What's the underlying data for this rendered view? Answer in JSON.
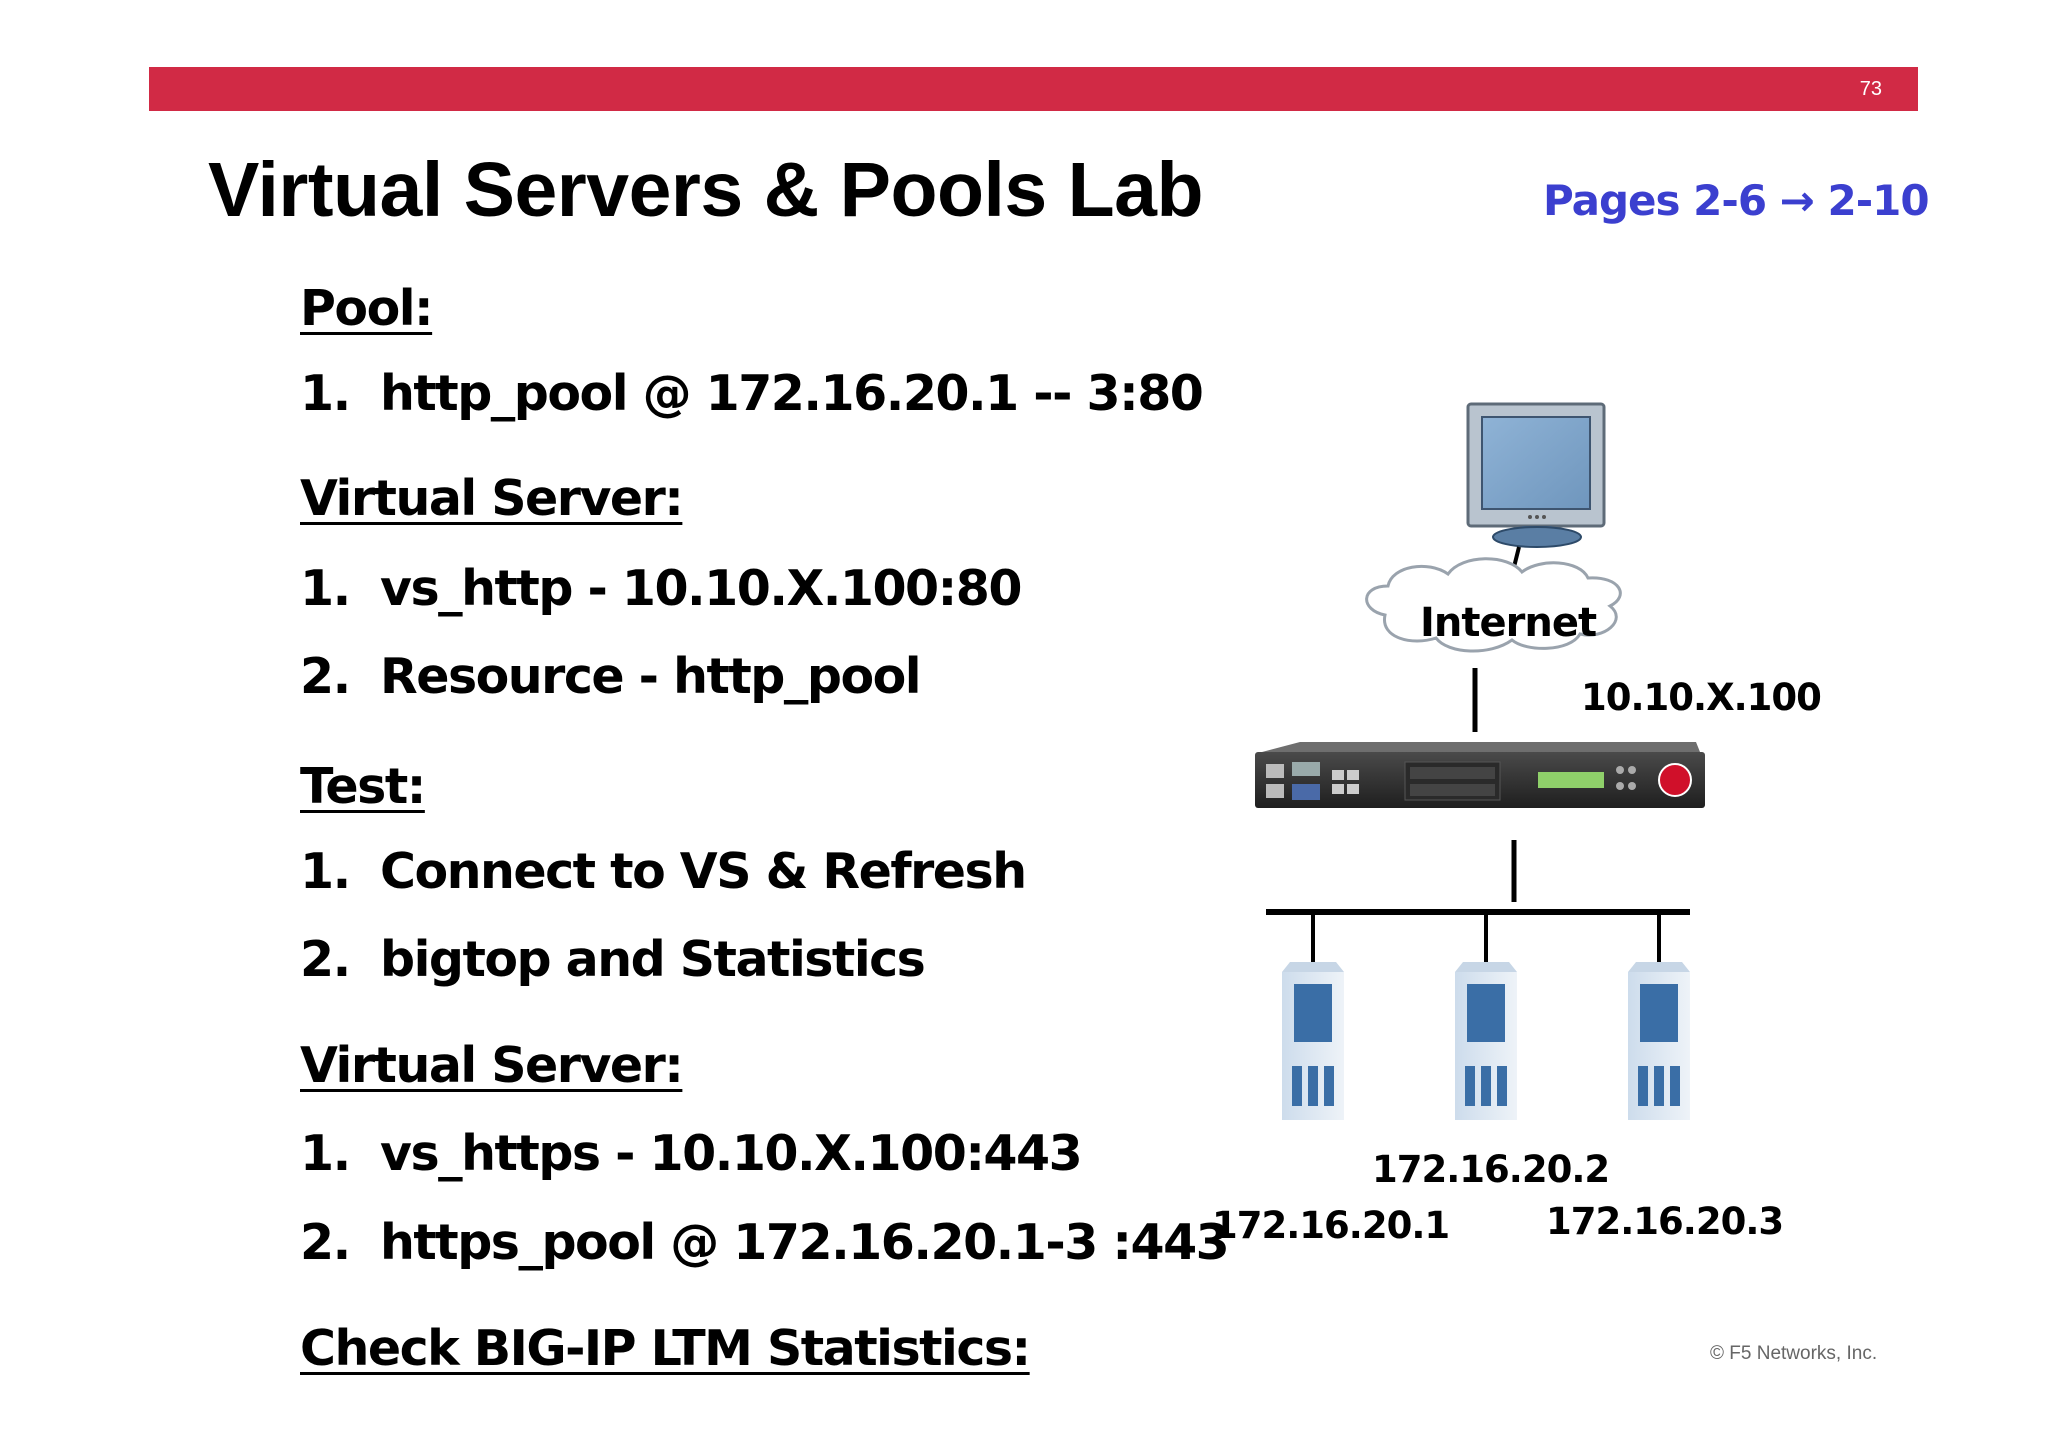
{
  "header": {
    "page_number": "73"
  },
  "title": "Virtual Servers & Pools Lab",
  "pages_ref": "Pages 2-6 → 2-10",
  "sections": {
    "pool": {
      "heading": "Pool:",
      "items": [
        {
          "num": "1.",
          "text": "http_pool @ 172.16.20.1 -- 3:80"
        }
      ]
    },
    "virtual_server_1": {
      "heading": "Virtual Server:",
      "items": [
        {
          "num": "1.",
          "text": "vs_http - 10.10.X.100:80"
        },
        {
          "num": "2.",
          "text": "Resource - http_pool"
        }
      ]
    },
    "test": {
      "heading": "Test:",
      "items": [
        {
          "num": "1.",
          "text": "Connect to VS & Refresh"
        },
        {
          "num": "2.",
          "text": "bigtop and Statistics"
        }
      ]
    },
    "virtual_server_2": {
      "heading": "Virtual Server:",
      "items": [
        {
          "num": "1.",
          "text": "vs_https - 10.10.X.100:443"
        },
        {
          "num": "2.",
          "text": "https_pool @ 172.16.20.1-3 :443"
        }
      ]
    },
    "check": {
      "heading": "Check BIG-IP LTM Statistics:"
    }
  },
  "diagram": {
    "internet_label": "Internet",
    "vip_label": "10.10.X.100",
    "servers": [
      {
        "ip": "172.16.20.1"
      },
      {
        "ip": "172.16.20.2"
      },
      {
        "ip": "172.16.20.3"
      }
    ]
  },
  "footer": {
    "copyright": "© F5 Networks, Inc."
  },
  "colors": {
    "bar": "#d12a45",
    "pages_ref": "#3b3fcf"
  }
}
